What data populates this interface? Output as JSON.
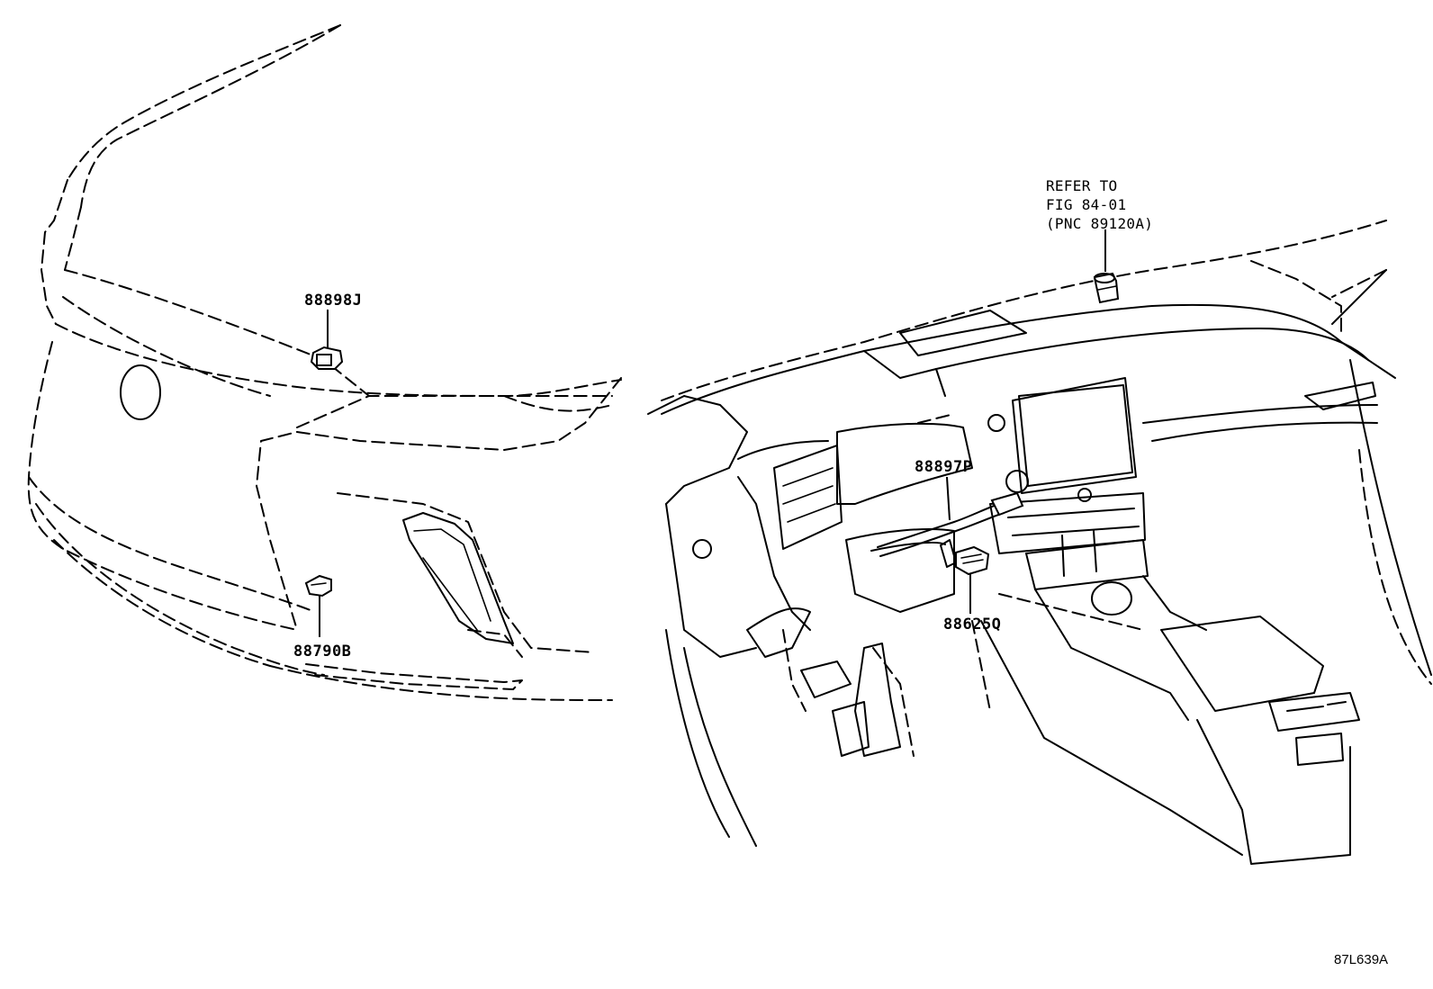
{
  "diagram": {
    "figure_code": "87L639A",
    "parts": [
      {
        "id": "part-88898j",
        "number": "88898J",
        "icon": "sensor-bracket-icon"
      },
      {
        "id": "part-88790b",
        "number": "88790B",
        "icon": "radar-sensor-icon"
      },
      {
        "id": "part-88897p",
        "number": "88897P",
        "icon": "wire-harness-icon"
      },
      {
        "id": "part-88625q",
        "number": "88625Q",
        "icon": "connector-icon"
      }
    ],
    "reference_note": {
      "lines": [
        "REFER TO",
        "FIG 84-01",
        "(PNC 89120A)"
      ],
      "icon": "sensor-unit-icon"
    }
  }
}
